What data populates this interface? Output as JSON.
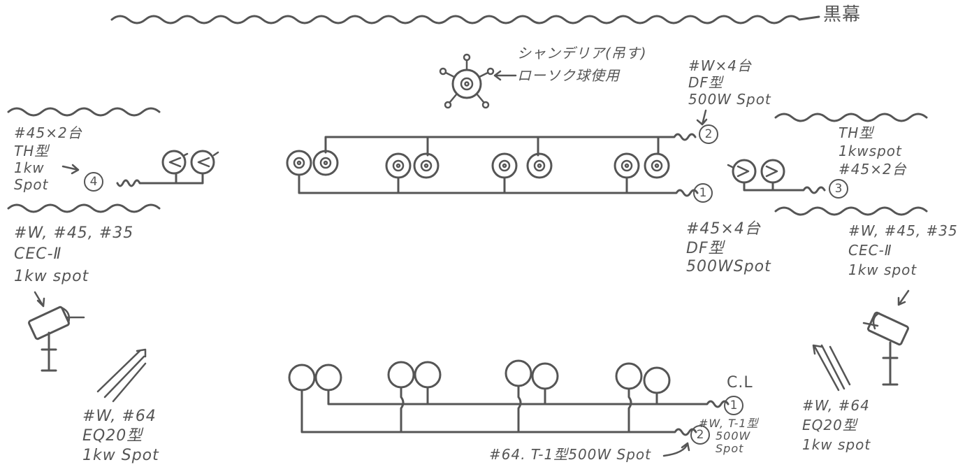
{
  "diagram": {
    "backdrop_label": "黒幕",
    "chandelier": {
      "line1": "シャンデリア(吊す)",
      "line2": "ローソク球使用"
    },
    "upstage_batten": {
      "circuit1_number": "1",
      "circuit2_number": "2",
      "circuit2_spec": [
        "#W×4台",
        "DF型",
        "500W Spot"
      ],
      "circuit1_spec": [
        "#45×4台",
        "DF型",
        "500WSpot"
      ]
    },
    "sl_upper": {
      "number": "4",
      "spec": [
        "#45×2台",
        "TH型",
        "1kw",
        "Spot"
      ]
    },
    "sr_upper": {
      "number": "3",
      "spec": [
        "TH型",
        "1kwspot",
        "#45×2台"
      ]
    },
    "sl_stand": {
      "spec": [
        "#W, #45, #35",
        "CEC-Ⅱ",
        "1kw spot"
      ]
    },
    "sr_stand": {
      "spec": [
        "#W, #45, #35",
        "CEC-Ⅱ",
        "1kw spot"
      ]
    },
    "sl_floor": {
      "spec": [
        "#W, #64",
        "EQ20型",
        "1kw Spot"
      ]
    },
    "sr_floor": {
      "spec": [
        "#W, #64",
        "EQ20型",
        "1kw spot"
      ]
    },
    "downstage_batten": {
      "cl_label": "C.L",
      "circuit1_number": "1",
      "circuit2_number": "2",
      "circuit1_spec": [
        "#W, T-1型",
        "500W",
        "Spot"
      ],
      "circuit2_spec": "#64. T-1型500W Spot"
    }
  }
}
